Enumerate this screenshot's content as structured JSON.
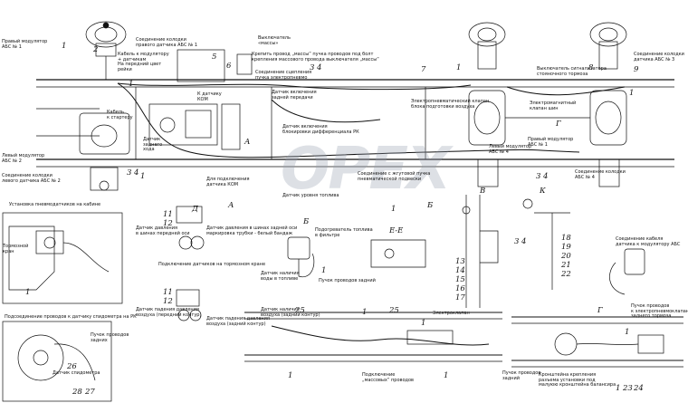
{
  "watermark": "OPEX",
  "labels": {
    "right_modulator": "Правый модулятор\nАБС № 1",
    "front_sensor_conn": "Соединение колодки\nправого датчика АБС № 1",
    "modulator_cable": "Кабель к модулятору\n+ датчикам\nНа передний цвет\nрейки",
    "mass_switch": "Выключатель\n«массы»",
    "fasten_mass": "Крепить провод „массы“ пучка проводов под болт\nкрепления массового провода выключателя „массы“",
    "fasten_mass2": "Соединение сцепления\nпучка электропневмо",
    "starter_cable": "Кабель\nк стартеру",
    "to_sensor_kom": "К датчику\nКОМ",
    "rear_light_switch": "Датчик включения\nзадней передачи",
    "rear_axle_sensor": "Датчик\nзаднего\nхода",
    "rk_sensor": "Датчик включения\nблокировки дифференциала РК",
    "air_valve": "Электропневматический клапан\nблока подготовки воздуха",
    "left_modulator": "Левый модулятор\nАБС № 2",
    "left_sensor_conn": "Соединение колодки\nлевого датчика АБС № 2",
    "kom_conn": "Для подключения\nдатчика КОМ",
    "fuel_level": "Датчик уровня топлива",
    "bundle_conn": "Соединение с жгутовой пучка\nпневматической подвески",
    "abs3_conn": "Соединение колодки\nдатчика АБС № 3",
    "signal_switch": "Выключатель сигнализатора\nстояночного тормоза",
    "pneumatic_valve": "Электромагнитный\nклапан шин",
    "right_mod_rear": "Правый модулятор\nАБС № 1",
    "left_mod_rear": "Левый модулятор\nАБС № 4",
    "abs4_conn": "Соединение колодки\nАБС № 4",
    "cabin_install": "Установка пневмодатчиков на кабине",
    "brake_crane": "Тормозной\nкран",
    "pressure_front": "Датчик давления\nв шинах передней оси",
    "pressure_rear": "Датчик давления в шинах задней оси\nмаркировка трубки - белый бандаж",
    "brake_sensors": "Подключение датчиков на тормозном кране",
    "water_fuel": "Датчик наличия\nводы в топливе",
    "rear_bundle": "Пучок проводов задний",
    "fuel_heater": "Подогреватель топлива\nв фильтре",
    "abs_cable_conn": "Соединение кабеля\nдатчика к модулятору АБС",
    "pressure_air1": "Датчик падения давления\nвоздуха (передний контур)",
    "pressure_air2": "Датчик падения давления\nвоздуха (задний контур)",
    "pressure_fill": "Датчик наличия\nвоздуха (задний контур)",
    "speedometer_conn": "Подсоединение проводов к датчику спидометра на РК",
    "bundle_rear": "Пучок проводов\nзадних",
    "speedometer": "Датчик спидометра",
    "electrovalve": "Электроклапан",
    "mass_wires": "Подключение\n„массовых“ проводов",
    "bundle_wires": "Пучок проводов\nзадний",
    "bracket_note": "Кронштейна крепления\nразъема установки под\nмалуюю кронштейна балансира",
    "bundle_to_valve": "Пучок проводов\nк электропневмоклапану\nзаднего тормоза",
    "section_d": "Д",
    "section_k": "К",
    "section_v": "В",
    "section_b": "Б",
    "section_g": "Г",
    "section_ee": "Е-Е",
    "section_a": "А",
    "section_a2": "А",
    "section_b2": "Б",
    "section_g2": "Г"
  },
  "callouts": {
    "c1a": "1",
    "c1b": "1",
    "c1c": "1",
    "c1d": "1",
    "c1e": "1",
    "c1f": "1",
    "c1g": "1",
    "c1h": "1",
    "c1i": "1",
    "c1j": "1",
    "c1k": "1",
    "c1l": "1",
    "c1m": "1",
    "c1n": "1",
    "c2": "2",
    "c3a": "3",
    "c4a": "4",
    "c3b": "3",
    "c4b": "4",
    "c3c": "3",
    "c4c": "4",
    "c5": "5",
    "c6": "6",
    "c7": "7",
    "c8": "8",
    "c9": "9",
    "c11": "11",
    "c12": "12",
    "c11b": "11",
    "c12b": "12",
    "c13": "13",
    "c14": "14",
    "c15": "15",
    "c16": "16",
    "c17": "17",
    "c18": "18",
    "c19": "19",
    "c20": "20",
    "c21": "21",
    "c22": "22",
    "c23": "23",
    "c24": "24",
    "c25": "25",
    "c26": "26",
    "c27": "27",
    "c28": "28",
    "c3d": "3",
    "c4d": "4"
  }
}
